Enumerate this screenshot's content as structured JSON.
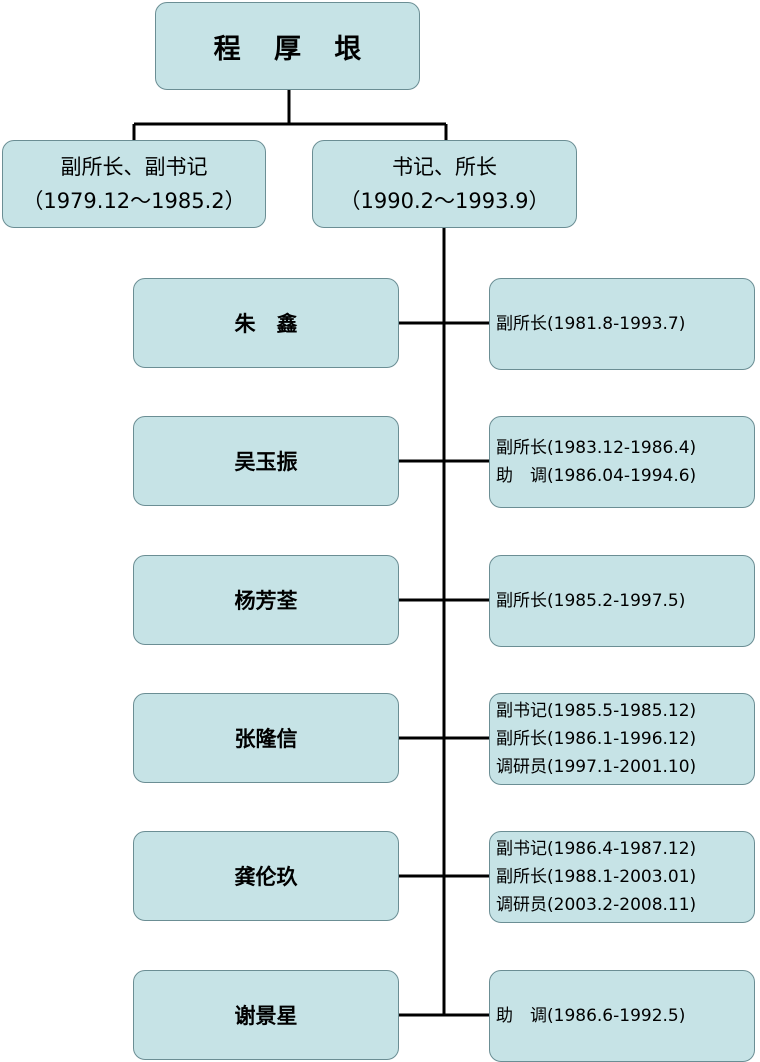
{
  "top": {
    "name": "程 厚 垠"
  },
  "roles": [
    {
      "title": "副所长、副书记",
      "period": "（1979.12～1985.2）"
    },
    {
      "title": "书记、所长",
      "period": "（1990.2～1993.9）"
    }
  ],
  "people": [
    {
      "name": "朱　鑫",
      "details": [
        "副所长(1981.8-1993.7)"
      ]
    },
    {
      "name": "吴玉振",
      "details": [
        "副所长(1983.12-1986.4)",
        "助　调(1986.04-1994.6)"
      ]
    },
    {
      "name": "杨芳荃",
      "details": [
        "副所长(1985.2-1997.5)"
      ]
    },
    {
      "name": "张隆信",
      "details": [
        "副书记(1985.5-1985.12)",
        "副所长(1986.1-1996.12)",
        "调研员(1997.1-2001.10)"
      ]
    },
    {
      "name": "龚伦玖",
      "details": [
        "副书记(1986.4-1987.12)",
        "副所长(1988.1-2003.01)",
        "调研员(2003.2-2008.11)"
      ]
    },
    {
      "name": "谢景星",
      "details": [
        "助　调(1986.6-1992.5)"
      ]
    }
  ],
  "colors": {
    "box_fill": "#c6e3e6",
    "box_border": "#6b8e94",
    "connector": "#000000"
  }
}
